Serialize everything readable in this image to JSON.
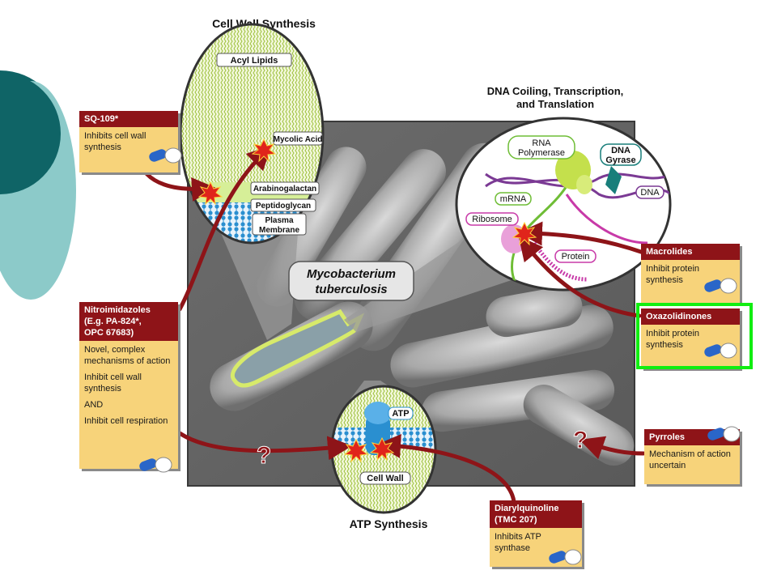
{
  "titles": {
    "cell_wall": "Cell Wall Synthesis",
    "dna_line1": "DNA Coiling, Transcription,",
    "dna_line2": "and Translation",
    "atp": "ATP Synthesis",
    "organism_line1": "Mycobacterium",
    "organism_line2": "tuberculosis"
  },
  "cell_wall_labels": {
    "acyl_lipids": "Acyl Lipids",
    "mycolic_acid": "Mycolic Acid",
    "arabinogalactan": "Arabinogalactan",
    "peptidoglycan": "Peptidoglycan",
    "plasma_line1": "Plasma",
    "plasma_line2": "Membrane"
  },
  "dna_labels": {
    "rna_line1": "RNA",
    "rna_line2": "Polymerase",
    "gyrase_line1": "DNA",
    "gyrase_line2": "Gyrase",
    "dna": "DNA",
    "mrna": "mRNA",
    "ribosome": "Ribosome",
    "protein": "Protein"
  },
  "atp_labels": {
    "atp": "ATP",
    "cell_wall": "Cell Wall"
  },
  "question_mark": "?",
  "boxes": {
    "sq109": {
      "title": "SQ-109*",
      "lines": [
        "Inhibits cell wall synthesis"
      ]
    },
    "nitro": {
      "title_lines": [
        "Nitroimidazoles",
        "(E.g. PA-824*,",
        "OPC 67683)"
      ],
      "lines": [
        "Novel, complex mechanisms of action",
        "Inhibit cell wall synthesis",
        "AND",
        "Inhibit cell respiration"
      ]
    },
    "macrolides": {
      "title": "Macrolides",
      "lines": [
        "Inhibit protein synthesis"
      ]
    },
    "oxazolidinones": {
      "title": "Oxazolidinones",
      "lines": [
        "Inhibit protein synthesis"
      ]
    },
    "pyrroles": {
      "title": "Pyrroles",
      "lines": [
        "Mechanism of action uncertain"
      ]
    },
    "diarylquinoline": {
      "title_lines": [
        "Diarylquinoline",
        "(TMC 207)"
      ],
      "lines": [
        "Inhibits ATP synthase"
      ]
    }
  },
  "colors": {
    "teal_dark": "#0f6466",
    "teal_light": "#8ccac9",
    "box_header": "#8e1418",
    "box_body": "#f7d37a",
    "arrow": "#8e1418",
    "highlight": "#11ee11",
    "membrane_blue": "#2a8fd0",
    "lipid_green": "#b9d85a"
  }
}
